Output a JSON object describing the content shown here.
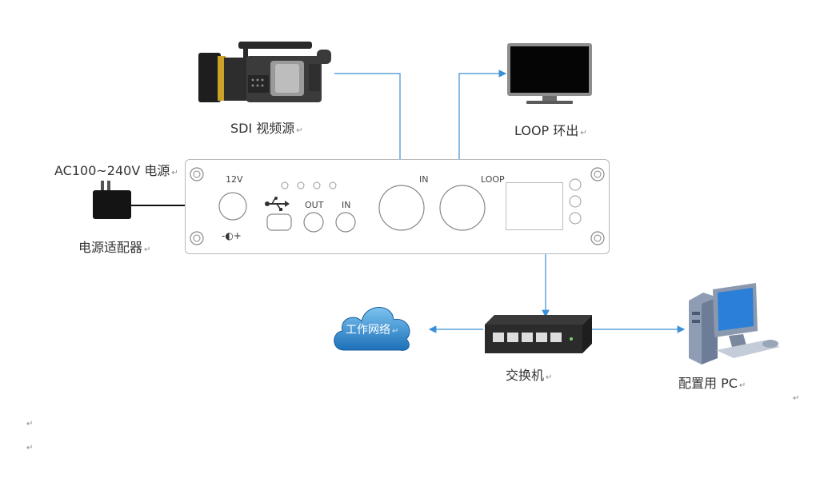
{
  "labels": {
    "camera": "SDI 视频源",
    "monitor": "LOOP 环出",
    "power_spec": "AC100~240V 电源",
    "adapter": "电源适配器",
    "network": "工作网络",
    "switch": "交换机",
    "pc": "配置用 PC"
  },
  "panel": {
    "port_12v": "12V",
    "port_out": "OUT",
    "port_in": "IN",
    "bnc_in": "IN",
    "bnc_loop": "LOOP",
    "power_symbol": "-◐+"
  },
  "return_mark": "↵",
  "colors": {
    "link_blue": "#3a8fd6",
    "panel_border": "#b8b8b8",
    "cloud_blue": "#2a86cf"
  }
}
